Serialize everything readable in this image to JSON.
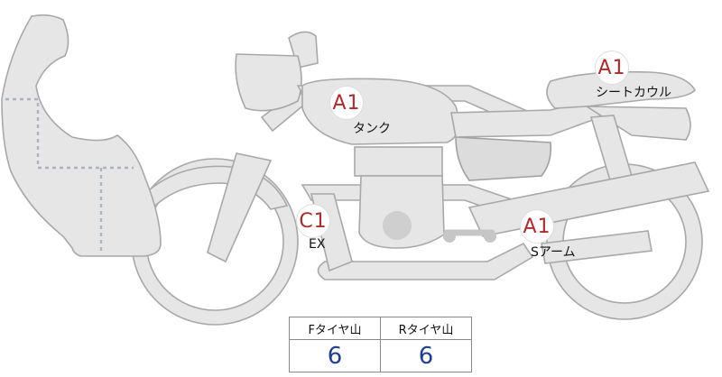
{
  "hotspots": {
    "tank": {
      "grade": "A1",
      "label": "タンク"
    },
    "seat_cowl": {
      "grade": "A1",
      "label": "シートカウル"
    },
    "exhaust": {
      "grade": "C1",
      "label": "EX"
    },
    "swing_arm": {
      "grade": "A1",
      "label": "Sアーム"
    }
  },
  "tire_table": {
    "front_header": "Fタイヤ山",
    "rear_header": "Rタイヤ山",
    "front_value": "6",
    "rear_value": "6",
    "value_color": "#1d3f94"
  },
  "colors": {
    "grade_text": "#b02a2a",
    "part_fill": "#e6e6e6",
    "part_stroke": "#a8a8a8"
  }
}
